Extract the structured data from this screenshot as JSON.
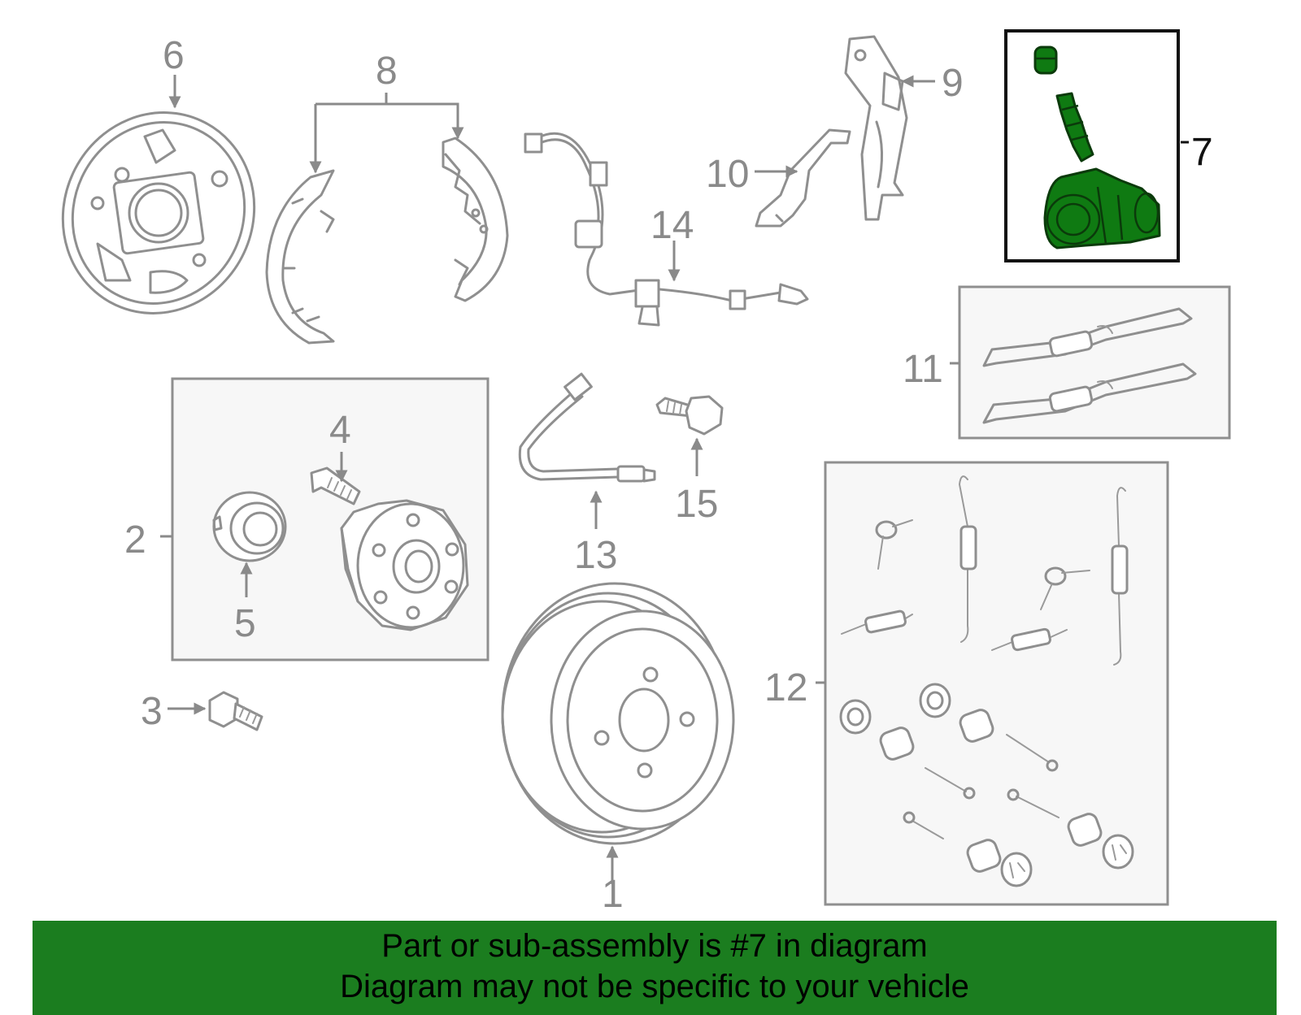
{
  "diagram": {
    "callouts": {
      "c1": "1",
      "c2": "2",
      "c3": "3",
      "c4": "4",
      "c5": "5",
      "c6": "6",
      "c7": "7",
      "c8": "8",
      "c9": "9",
      "c10": "10",
      "c11": "11",
      "c12": "12",
      "c13": "13",
      "c14": "14",
      "c15": "15"
    },
    "highlight_color": "#1b7d1f"
  },
  "banner": {
    "line1": "Part or sub-assembly is #7 in diagram",
    "line2": "Diagram may not be specific to your vehicle"
  }
}
